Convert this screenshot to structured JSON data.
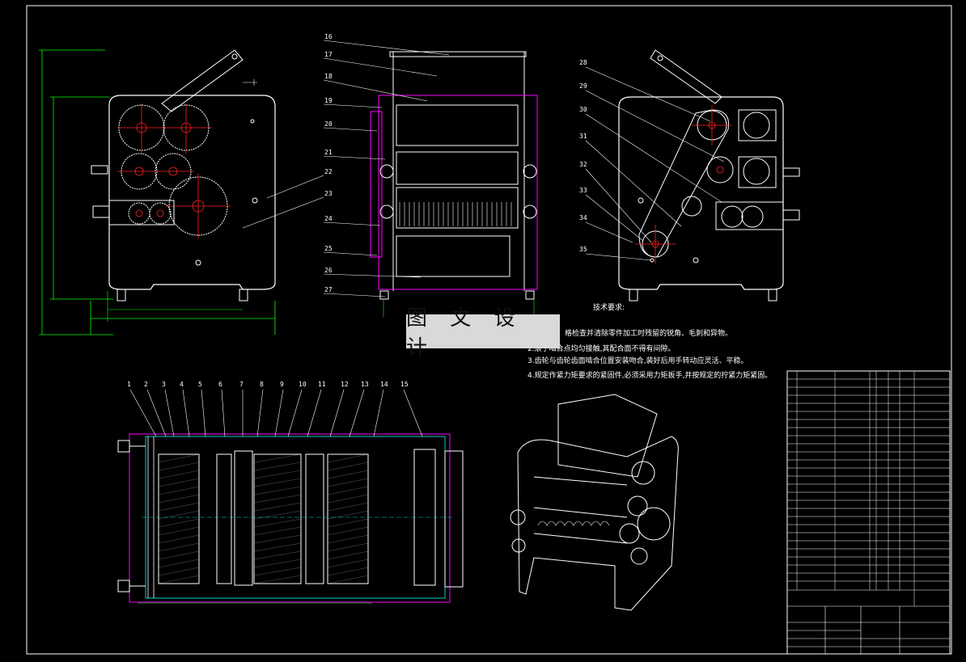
{
  "watermark": "图 文 设 计",
  "notes": {
    "title": "技术要求:",
    "lines": [
      "格检查并清除零件加工时残留的锐角、毛刺和异物。",
      "2.滚子啮合点均匀接触,其配合面不得有间隙。",
      "3.齿轮与齿轮齿面啮合位置安装吻合,装好后用手转动应灵活、平稳。",
      "4.规定作紧力矩要求的紧固件,必须采用力矩扳手,并按规定的拧紧力矩紧固。"
    ]
  },
  "callouts_top_middle": [
    "16",
    "17",
    "18",
    "19",
    "20",
    "21",
    "22",
    "23",
    "24",
    "25",
    "26",
    "27"
  ],
  "callouts_top_right": [
    "28",
    "29",
    "30",
    "31",
    "32",
    "33",
    "34",
    "35"
  ],
  "callouts_bottom": [
    "1",
    "2",
    "3",
    "4",
    "5",
    "6",
    "7",
    "8",
    "9",
    "10",
    "11",
    "12",
    "13",
    "14",
    "15"
  ],
  "colors": {
    "background": "#000000",
    "line": "#ffffff",
    "magenta": "#ff00ff",
    "cyan": "#00ffff",
    "green": "#00ff00",
    "red": "#ff2020"
  }
}
